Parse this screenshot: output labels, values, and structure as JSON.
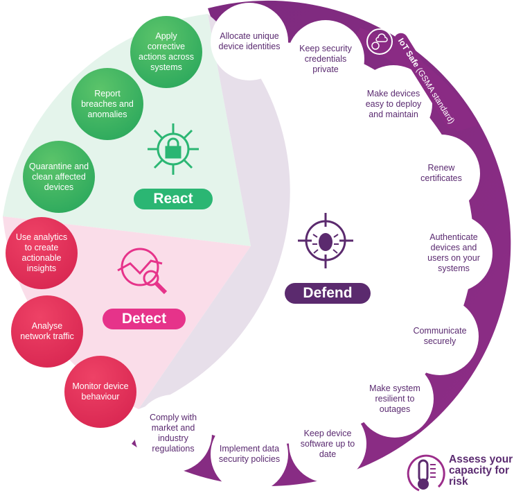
{
  "colors": {
    "defend": "#5b2a6e",
    "ring": "#8a2b84",
    "react": "#2bb673",
    "detect": "#e6338a",
    "disc": "#e7dfea"
  },
  "labels": {
    "react": "React",
    "detect": "Detect",
    "defend": "Defend"
  },
  "iot_safe": {
    "title": "IoT Safe",
    "subtitle": "(GSMA standard)"
  },
  "assess": "Assess your capacity for risk",
  "defend_items": [
    "Allocate unique device identities",
    "Keep security credentials private",
    "Make devices easy to deploy and maintain",
    "Renew certificates",
    "Authenticate devices and users on your systems",
    "Communicate securely",
    "Make system resilient to outages",
    "Keep device software up to date",
    "Implement data security policies",
    "Comply with market and industry regulations"
  ],
  "react_items": [
    "Apply corrective actions across systems",
    "Report breaches and anomalies",
    "Quarantine and clean affected devices"
  ],
  "detect_items": [
    "Use analytics to create actionable insights",
    "Analyse network traffic",
    "Monitor device behaviour"
  ]
}
